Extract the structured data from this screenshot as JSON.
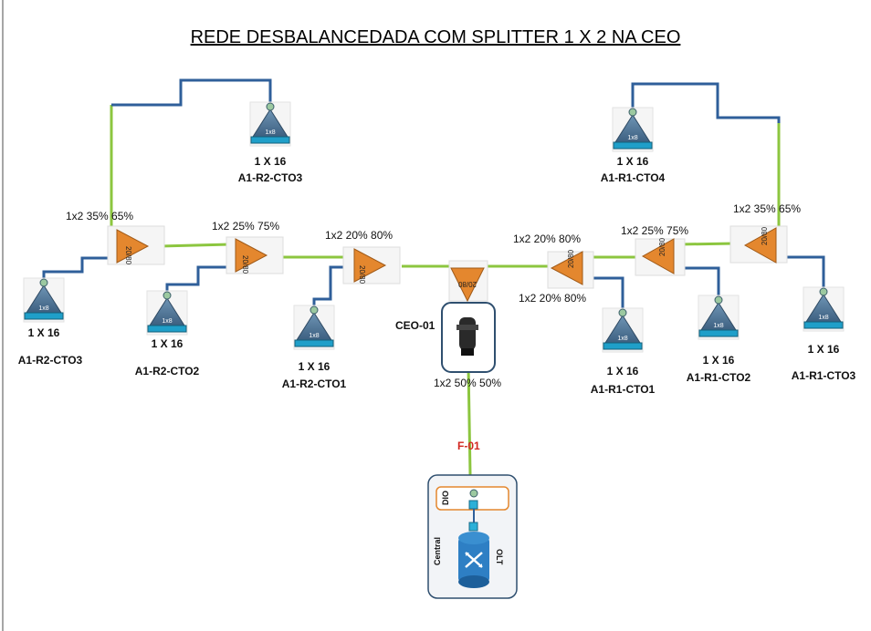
{
  "title": "REDE DESBALANCEDADA COM SPLITTER 1 X 2 NA CEO",
  "colors": {
    "fiber_green": "#8cc63f",
    "drop_blue": "#2f5f9a",
    "splitter_orange": "#e4872e",
    "cto_blue": "#4a6f8f"
  },
  "splitter_ratio_labels": {
    "s_left_35": "1x2 35% 65%",
    "s_left_25": "1x2 25% 75%",
    "s_left_20": "1x2 20% 80%",
    "s_right_20_top": "1x2 20% 80%",
    "s_right_20_bottom": "1x2 20% 80%",
    "s_right_25": "1x2 25% 75%",
    "s_right_35": "1x2 35% 65%",
    "ceo": "1x2 50% 50%"
  },
  "splitter_body_text": "20/80",
  "cto_inner_text": "1x8",
  "ctos": [
    {
      "id": "a1r2cto3_top",
      "size": "1 X 16",
      "name": "A1-R2-CTO3"
    },
    {
      "id": "a1r1cto4",
      "size": "1 X 16",
      "name": "A1-R1-CTO4"
    },
    {
      "id": "a1r2cto3_left",
      "size": "1 X 16",
      "name": "A1-R2-CTO3"
    },
    {
      "id": "a1r2cto2",
      "size": "1 X 16",
      "name": "A1-R2-CTO2"
    },
    {
      "id": "a1r2cto1",
      "size": "1 X 16",
      "name": "A1-R2-CTO1"
    },
    {
      "id": "a1r1cto1",
      "size": "1 X 16",
      "name": "A1-R1-CTO1"
    },
    {
      "id": "a1r1cto2",
      "size": "1 X 16",
      "name": "A1-R1-CTO2"
    },
    {
      "id": "a1r1cto3",
      "size": "1 X 16",
      "name": "A1-R1-CTO3"
    }
  ],
  "ceo_label": "CEO-01",
  "fiber_label": "F-01",
  "central": {
    "label": "Central",
    "dio": "DIO",
    "olt": "OLT"
  }
}
